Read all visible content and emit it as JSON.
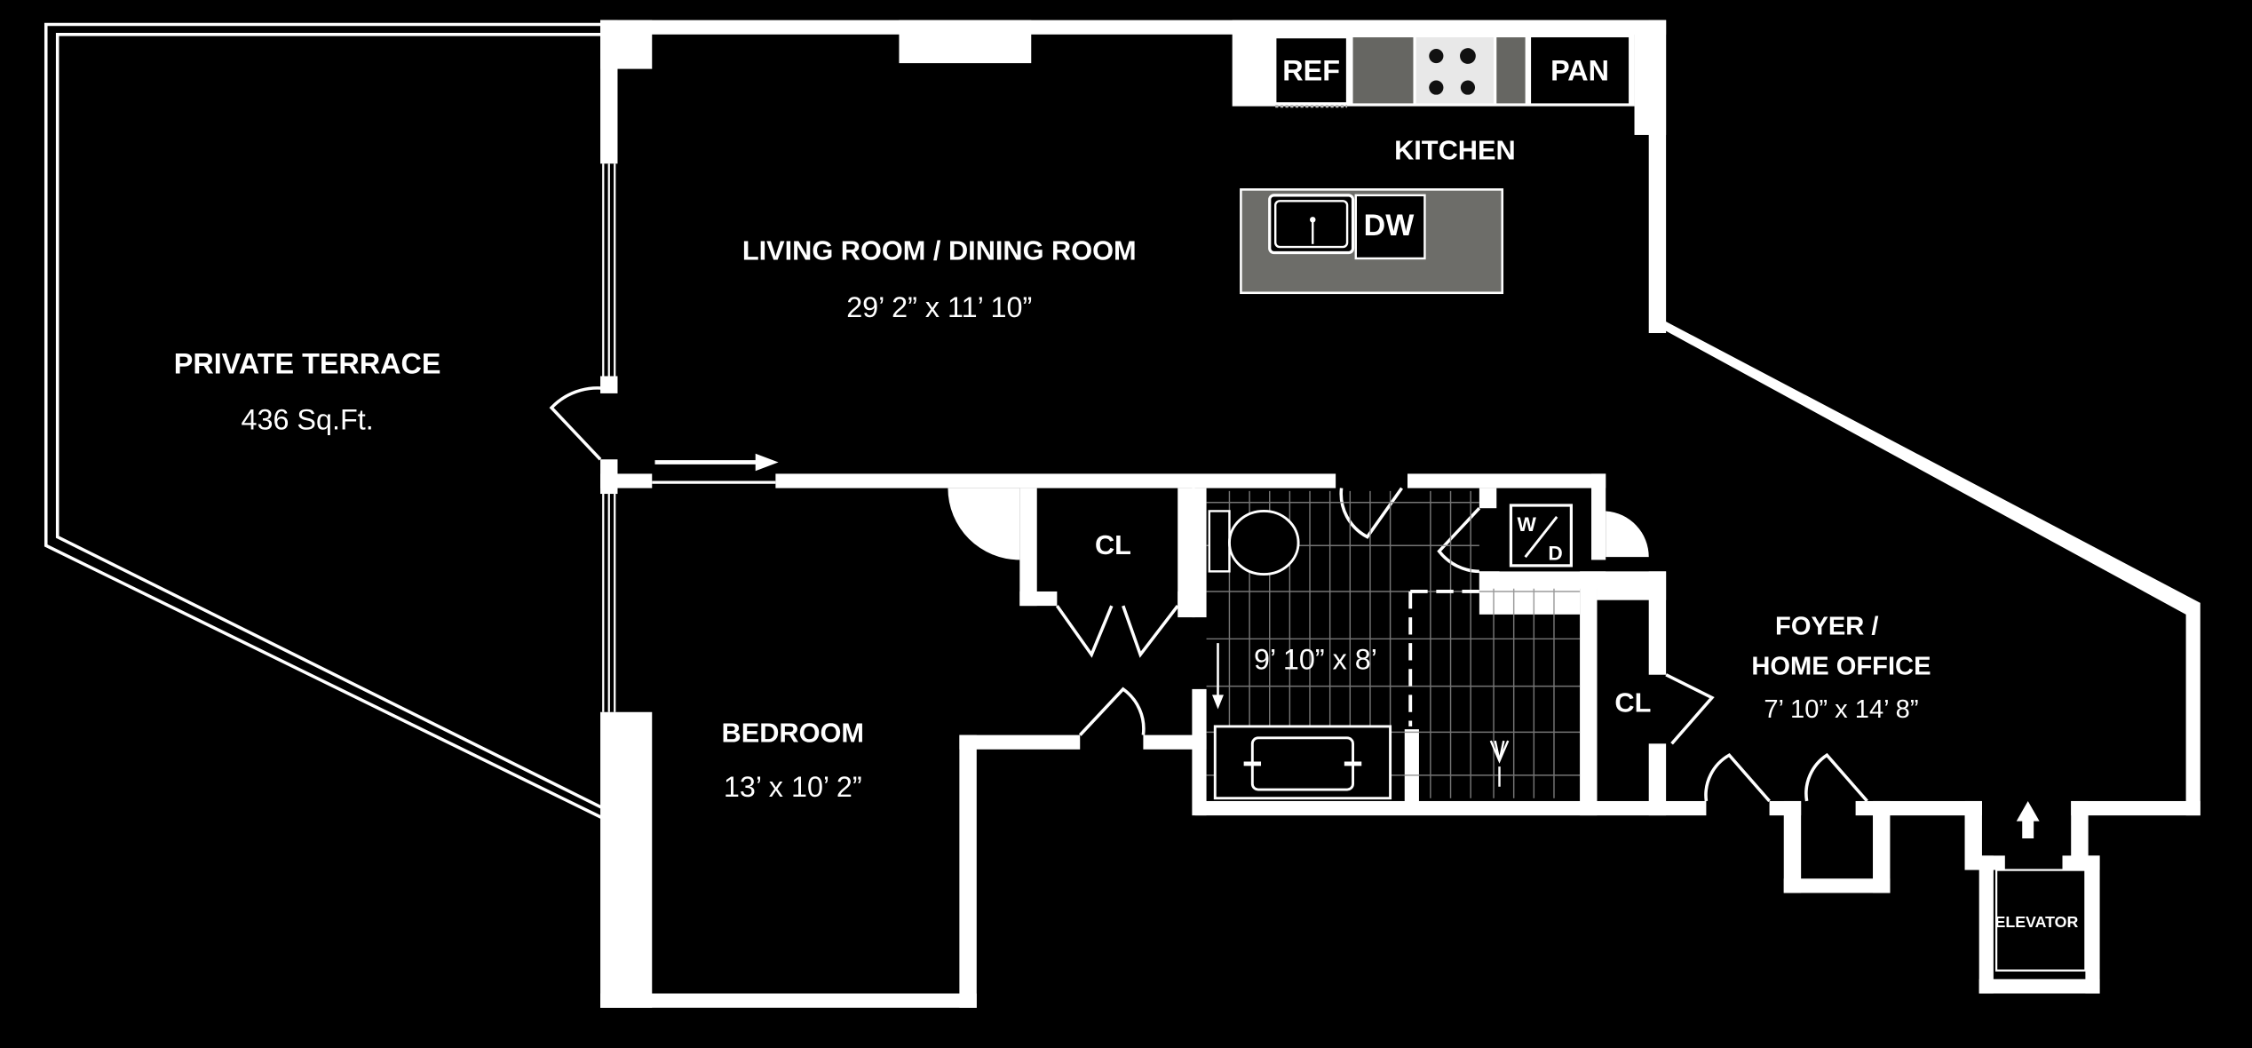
{
  "floorplan": {
    "background_color": "#000000",
    "wall_color": "#ffffff",
    "counter_color": "#6d6d69",
    "rooms": [
      {
        "id": "terrace",
        "name": "PRIVATE TERRACE",
        "size": "436 Sq.Ft."
      },
      {
        "id": "living",
        "name": "LIVING ROOM / DINING ROOM",
        "size": "29’ 2” x 11’ 10”"
      },
      {
        "id": "kitchen",
        "name": "KITCHEN"
      },
      {
        "id": "bedroom",
        "name": "BEDROOM",
        "size": "13’ x 10’ 2”"
      },
      {
        "id": "bath",
        "size": "9’ 10” x 8’"
      },
      {
        "id": "foyer",
        "name_line1": "FOYER /",
        "name_line2": "HOME OFFICE",
        "size": "7’ 10” x 14’ 8”"
      }
    ],
    "fixtures": {
      "refrigerator": "REF",
      "pantry": "PAN",
      "dishwasher": "DW",
      "washer_dryer_top": "W",
      "washer_dryer_bottom": "D",
      "bedroom_closet": "CL",
      "foyer_closet": "CL",
      "elevator": "ELEVATOR"
    }
  }
}
